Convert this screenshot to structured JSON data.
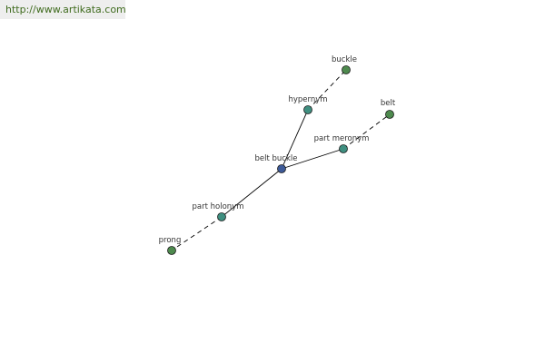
{
  "banner": {
    "url": "http://www.artikata.com"
  },
  "colors": {
    "center_node": "#3d5a98",
    "relation_node": "#3f8f80",
    "word_node": "#4e8a4e",
    "edge": "#000000",
    "banner_text": "#3f6b1e",
    "banner_bg": "#eeeeee"
  },
  "graph": {
    "center": {
      "id": "belt-buckle",
      "label": "belt buckle",
      "kind": "center"
    },
    "relations": [
      {
        "id": "hypernym",
        "label": "hypernym",
        "kind": "relation",
        "words": [
          {
            "id": "buckle",
            "label": "buckle",
            "kind": "word"
          }
        ]
      },
      {
        "id": "part-meronym",
        "label": "part meronym",
        "kind": "relation",
        "words": [
          {
            "id": "belt",
            "label": "belt",
            "kind": "word"
          }
        ]
      },
      {
        "id": "part-holonym",
        "label": "part holonym",
        "kind": "relation",
        "words": [
          {
            "id": "prong",
            "label": "prong",
            "kind": "word"
          }
        ]
      }
    ]
  }
}
